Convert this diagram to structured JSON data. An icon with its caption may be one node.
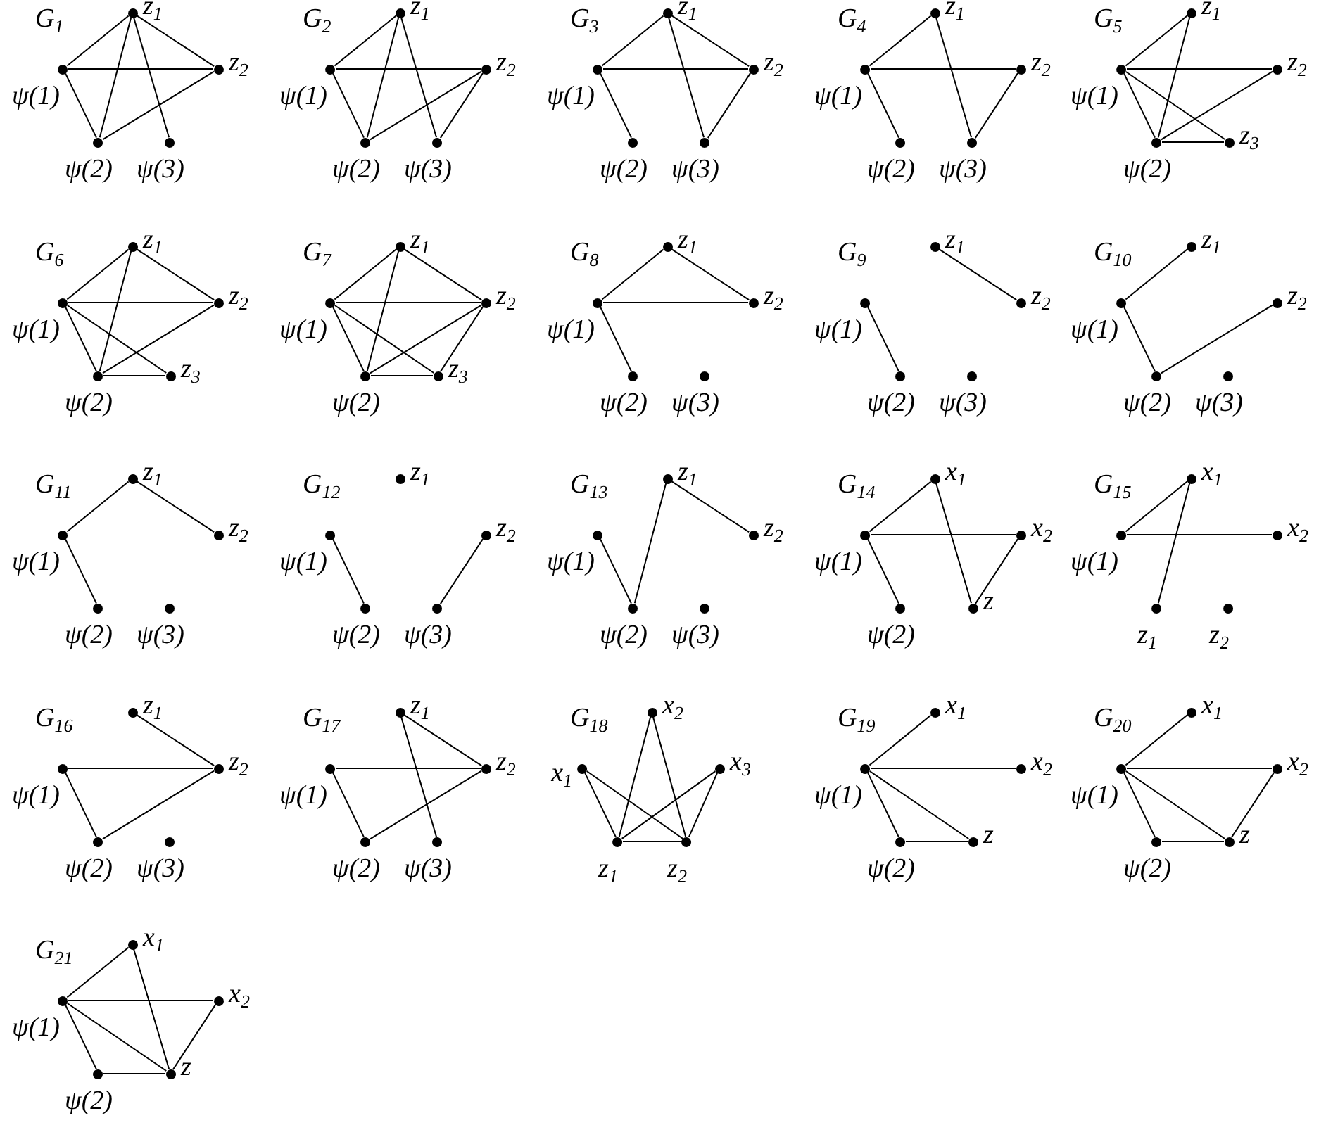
{
  "diagram": {
    "nodes": [
      {
        "text": [
          "z$_{1}$"
        ]
      },
      {
        "text": [
          "ψ(1)"
        ]
      },
      {
        "text": [
          "z$_{2}$"
        ]
      },
      {
        "text": [
          "ψ(2)"
        ]
      },
      {
        "text": [
          "ψ(3)"
        ]
      },
      {
        "text": [
          "z$_{1}$"
        ]
      },
      {
        "text": [
          "ψ(1)"
        ]
      },
      {
        "text": [
          "z$_{2}$"
        ]
      },
      {
        "text": [
          "ψ(2)"
        ]
      },
      {
        "text": [
          "ψ(3)"
        ]
      },
      {
        "text": [
          "z$_{1}$"
        ]
      },
      {
        "text": [
          "ψ(1)"
        ]
      },
      {
        "text": [
          "z$_{2}$"
        ]
      },
      {
        "text": [
          "ψ(2)"
        ]
      },
      {
        "text": [
          "ψ(3)"
        ]
      },
      {
        "text": [
          "z$_{1}$"
        ]
      },
      {
        "text": [
          "ψ(1)"
        ]
      },
      {
        "text": [
          "z$_{2}$"
        ]
      },
      {
        "text": [
          "ψ(2)"
        ]
      },
      {
        "text": [
          "ψ(3)"
        ]
      },
      {
        "text": [
          "z$_{1}$"
        ]
      },
      {
        "text": [
          "ψ(1)"
        ]
      },
      {
        "text": [
          "z$_{2}$"
        ]
      },
      {
        "text": [
          "ψ(2)"
        ]
      },
      {
        "text": [
          "z$_{3}$"
        ]
      },
      {
        "text": [
          "z$_{1}$"
        ]
      },
      {
        "text": [
          "ψ(1)"
        ]
      },
      {
        "text": [
          "z$_{2}$"
        ]
      },
      {
        "text": [
          "ψ(2)"
        ]
      },
      {
        "text": [
          "z$_{3}$"
        ]
      },
      {
        "text": [
          "z$_{1}$"
        ]
      },
      {
        "text": [
          "ψ(1)"
        ]
      },
      {
        "text": [
          "z$_{2}$"
        ]
      },
      {
        "text": [
          "ψ(2)"
        ]
      },
      {
        "text": [
          "z$_{3}$"
        ]
      },
      {
        "text": [
          "z$_{1}$"
        ]
      },
      {
        "text": [
          "ψ(1)"
        ]
      },
      {
        "text": [
          "z$_{2}$"
        ]
      },
      {
        "text": [
          "ψ(2)"
        ]
      },
      {
        "text": [
          "ψ(3)"
        ]
      },
      {
        "text": [
          "z$_{1}$"
        ]
      },
      {
        "text": [
          "ψ(1)"
        ]
      },
      {
        "text": [
          "z$_{2}$"
        ]
      },
      {
        "text": [
          "ψ(2)"
        ]
      },
      {
        "text": [
          "ψ(3)"
        ]
      },
      {
        "text": [
          "z$_{1}$"
        ]
      },
      {
        "text": [
          "ψ(1)"
        ]
      },
      {
        "text": [
          "z$_{2}$"
        ]
      },
      {
        "text": [
          "ψ(2)"
        ]
      },
      {
        "text": [
          "ψ(3)"
        ]
      },
      {
        "text": [
          "z$_{1}$"
        ]
      },
      {
        "text": [
          "ψ(1)"
        ]
      },
      {
        "text": [
          "z$_{2}$"
        ]
      },
      {
        "text": [
          "ψ(2)"
        ]
      },
      {
        "text": [
          "ψ(3)"
        ]
      },
      {
        "text": [
          "z$_{1}$"
        ]
      },
      {
        "text": [
          "ψ(1)"
        ]
      },
      {
        "text": [
          "z$_{2}$"
        ]
      },
      {
        "text": [
          "ψ(2)"
        ]
      },
      {
        "text": [
          "ψ(3)"
        ]
      },
      {
        "text": [
          "z$_{1}$"
        ]
      },
      {
        "text": [
          "ψ(1)"
        ]
      },
      {
        "text": [
          "z$_{2}$"
        ]
      },
      {
        "text": [
          "ψ(2)"
        ]
      },
      {
        "text": [
          "ψ(3)"
        ]
      },
      {
        "text": [
          "x$_{1}$"
        ]
      },
      {
        "text": [
          "ψ(1)"
        ]
      },
      {
        "text": [
          "x$_{2}$"
        ]
      },
      {
        "text": [
          "ψ(2)"
        ]
      },
      {
        "text": [
          "z"
        ]
      },
      {
        "text": [
          "x$_{1}$"
        ]
      },
      {
        "text": [
          "ψ(1)"
        ]
      },
      {
        "text": [
          "x$_{2}$"
        ]
      },
      {
        "text": [
          "z$_{1}$"
        ]
      },
      {
        "text": [
          "z$_{2}$"
        ]
      },
      {
        "text": [
          "z$_{1}$"
        ]
      },
      {
        "text": [
          "ψ(1)"
        ]
      },
      {
        "text": [
          "z$_{2}$"
        ]
      },
      {
        "text": [
          "ψ(2)"
        ]
      },
      {
        "text": [
          "ψ(3)"
        ]
      },
      {
        "text": [
          "z$_{1}$"
        ]
      },
      {
        "text": [
          "ψ(1)"
        ]
      },
      {
        "text": [
          "z$_{2}$"
        ]
      },
      {
        "text": [
          "ψ(2)"
        ]
      },
      {
        "text": [
          "ψ(3)"
        ]
      },
      {
        "text": [
          "x$_{2}$"
        ]
      },
      {
        "text": [
          "x$_{1}$"
        ]
      },
      {
        "text": [
          "x$_{3}$"
        ]
      },
      {
        "text": [
          "z$_{1}$"
        ]
      },
      {
        "text": [
          "z$_{2}$"
        ]
      },
      {
        "text": [
          "x$_{1}$"
        ]
      },
      {
        "text": [
          "ψ(1)"
        ]
      },
      {
        "text": [
          "x$_{2}$"
        ]
      },
      {
        "text": [
          "ψ(2)"
        ]
      },
      {
        "text": [
          "z"
        ]
      },
      {
        "text": [
          "x$_{1}$"
        ]
      },
      {
        "text": [
          "ψ(1)"
        ]
      },
      {
        "text": [
          "x$_{2}$"
        ]
      },
      {
        "text": [
          "ψ(2)"
        ]
      },
      {
        "text": [
          "z"
        ]
      },
      {
        "text": [
          "x$_{1}$"
        ]
      },
      {
        "text": [
          "ψ(1)"
        ]
      },
      {
        "text": [
          "x$_{2}$"
        ]
      },
      {
        "text": [
          "ψ(2)"
        ]
      },
      {
        "text": [
          "z"
        ]
      }
    ],
    "edges": [
      {
        "from": 1,
        "to": 0,
        "arrow": "none"
      },
      {
        "from": 1,
        "to": 2,
        "arrow": "none"
      },
      {
        "from": 1,
        "to": 3,
        "arrow": "none"
      },
      {
        "from": 0,
        "to": 3,
        "arrow": "none"
      },
      {
        "from": 0,
        "to": 4,
        "arrow": "none"
      },
      {
        "from": 0,
        "to": 2,
        "arrow": "none"
      },
      {
        "from": 2,
        "to": 3,
        "arrow": "none"
      },
      {
        "from": 6,
        "to": 5,
        "arrow": "none"
      },
      {
        "from": 6,
        "to": 7,
        "arrow": "none"
      },
      {
        "from": 6,
        "to": 8,
        "arrow": "none"
      },
      {
        "from": 5,
        "to": 8,
        "arrow": "none"
      },
      {
        "from": 5,
        "to": 9,
        "arrow": "none"
      },
      {
        "from": 7,
        "to": 8,
        "arrow": "none"
      },
      {
        "from": 7,
        "to": 9,
        "arrow": "none"
      },
      {
        "from": 11,
        "to": 10,
        "arrow": "none"
      },
      {
        "from": 11,
        "to": 12,
        "arrow": "none"
      },
      {
        "from": 11,
        "to": 13,
        "arrow": "none"
      },
      {
        "from": 10,
        "to": 14,
        "arrow": "none"
      },
      {
        "from": 10,
        "to": 12,
        "arrow": "none"
      },
      {
        "from": 12,
        "to": 14,
        "arrow": "none"
      },
      {
        "from": 16,
        "to": 15,
        "arrow": "none"
      },
      {
        "from": 16,
        "to": 17,
        "arrow": "none"
      },
      {
        "from": 16,
        "to": 18,
        "arrow": "none"
      },
      {
        "from": 15,
        "to": 19,
        "arrow": "none"
      },
      {
        "from": 17,
        "to": 19,
        "arrow": "none"
      },
      {
        "from": 21,
        "to": 20,
        "arrow": "none"
      },
      {
        "from": 21,
        "to": 22,
        "arrow": "none"
      },
      {
        "from": 21,
        "to": 23,
        "arrow": "none"
      },
      {
        "from": 21,
        "to": 24,
        "arrow": "none"
      },
      {
        "from": 20,
        "to": 23,
        "arrow": "none"
      },
      {
        "from": 23,
        "to": 22,
        "arrow": "none"
      },
      {
        "from": 23,
        "to": 24,
        "arrow": "none"
      },
      {
        "from": 26,
        "to": 25,
        "arrow": "none"
      },
      {
        "from": 26,
        "to": 27,
        "arrow": "none"
      },
      {
        "from": 26,
        "to": 28,
        "arrow": "none"
      },
      {
        "from": 26,
        "to": 29,
        "arrow": "none"
      },
      {
        "from": 25,
        "to": 28,
        "arrow": "none"
      },
      {
        "from": 25,
        "to": 27,
        "arrow": "none"
      },
      {
        "from": 28,
        "to": 27,
        "arrow": "none"
      },
      {
        "from": 28,
        "to": 29,
        "arrow": "none"
      },
      {
        "from": 31,
        "to": 30,
        "arrow": "none"
      },
      {
        "from": 31,
        "to": 32,
        "arrow": "none"
      },
      {
        "from": 31,
        "to": 33,
        "arrow": "none"
      },
      {
        "from": 31,
        "to": 34,
        "arrow": "none"
      },
      {
        "from": 30,
        "to": 33,
        "arrow": "none"
      },
      {
        "from": 30,
        "to": 32,
        "arrow": "none"
      },
      {
        "from": 33,
        "to": 32,
        "arrow": "none"
      },
      {
        "from": 33,
        "to": 34,
        "arrow": "none"
      },
      {
        "from": 32,
        "to": 34,
        "arrow": "none"
      },
      {
        "from": 36,
        "to": 35,
        "arrow": "none"
      },
      {
        "from": 36,
        "to": 37,
        "arrow": "none"
      },
      {
        "from": 35,
        "to": 37,
        "arrow": "none"
      },
      {
        "from": 36,
        "to": 38,
        "arrow": "none"
      },
      {
        "from": 40,
        "to": 42,
        "arrow": "none"
      },
      {
        "from": 41,
        "to": 43,
        "arrow": "none"
      },
      {
        "from": 46,
        "to": 45,
        "arrow": "none"
      },
      {
        "from": 46,
        "to": 48,
        "arrow": "none"
      },
      {
        "from": 48,
        "to": 47,
        "arrow": "none"
      },
      {
        "from": 51,
        "to": 50,
        "arrow": "none"
      },
      {
        "from": 50,
        "to": 52,
        "arrow": "none"
      },
      {
        "from": 51,
        "to": 53,
        "arrow": "none"
      },
      {
        "from": 56,
        "to": 58,
        "arrow": "none"
      },
      {
        "from": 59,
        "to": 57,
        "arrow": "none"
      },
      {
        "from": 61,
        "to": 63,
        "arrow": "none"
      },
      {
        "from": 63,
        "to": 60,
        "arrow": "none"
      },
      {
        "from": 60,
        "to": 62,
        "arrow": "none"
      },
      {
        "from": 66,
        "to": 65,
        "arrow": "none"
      },
      {
        "from": 66,
        "to": 67,
        "arrow": "none"
      },
      {
        "from": 66,
        "to": 68,
        "arrow": "none"
      },
      {
        "from": 65,
        "to": 69,
        "arrow": "none"
      },
      {
        "from": 67,
        "to": 69,
        "arrow": "none"
      },
      {
        "from": 71,
        "to": 70,
        "arrow": "none"
      },
      {
        "from": 71,
        "to": 72,
        "arrow": "none"
      },
      {
        "from": 70,
        "to": 73,
        "arrow": "none"
      },
      {
        "from": 75,
        "to": 77,
        "arrow": "none"
      },
      {
        "from": 76,
        "to": 77,
        "arrow": "none"
      },
      {
        "from": 76,
        "to": 78,
        "arrow": "none"
      },
      {
        "from": 78,
        "to": 77,
        "arrow": "none"
      },
      {
        "from": 80,
        "to": 82,
        "arrow": "none"
      },
      {
        "from": 80,
        "to": 84,
        "arrow": "none"
      },
      {
        "from": 81,
        "to": 82,
        "arrow": "none"
      },
      {
        "from": 81,
        "to": 83,
        "arrow": "none"
      },
      {
        "from": 83,
        "to": 82,
        "arrow": "none"
      },
      {
        "from": 86,
        "to": 88,
        "arrow": "none"
      },
      {
        "from": 86,
        "to": 89,
        "arrow": "none"
      },
      {
        "from": 85,
        "to": 88,
        "arrow": "none"
      },
      {
        "from": 85,
        "to": 89,
        "arrow": "none"
      },
      {
        "from": 87,
        "to": 88,
        "arrow": "none"
      },
      {
        "from": 87,
        "to": 89,
        "arrow": "none"
      },
      {
        "from": 88,
        "to": 89,
        "arrow": "none"
      },
      {
        "from": 91,
        "to": 90,
        "arrow": "none"
      },
      {
        "from": 91,
        "to": 92,
        "arrow": "none"
      },
      {
        "from": 91,
        "to": 93,
        "arrow": "none"
      },
      {
        "from": 91,
        "to": 94,
        "arrow": "none"
      },
      {
        "from": 93,
        "to": 94,
        "arrow": "none"
      },
      {
        "from": 96,
        "to": 95,
        "arrow": "none"
      },
      {
        "from": 96,
        "to": 97,
        "arrow": "none"
      },
      {
        "from": 96,
        "to": 98,
        "arrow": "none"
      },
      {
        "from": 96,
        "to": 99,
        "arrow": "none"
      },
      {
        "from": 98,
        "to": 99,
        "arrow": "none"
      },
      {
        "from": 97,
        "to": 99,
        "arrow": "none"
      },
      {
        "from": 101,
        "to": 100,
        "arrow": "none"
      },
      {
        "from": 101,
        "to": 102,
        "arrow": "none"
      },
      {
        "from": 101,
        "to": 103,
        "arrow": "none"
      },
      {
        "from": 101,
        "to": 104,
        "arrow": "none"
      },
      {
        "from": 103,
        "to": 104,
        "arrow": "none"
      },
      {
        "from": 100,
        "to": 104,
        "arrow": "none"
      },
      {
        "from": 102,
        "to": 104,
        "arrow": "none"
      }
    ],
    "labels": [
      "G$_{1}$",
      "G$_{2}$",
      "G$_{3}$",
      "G$_{4}$",
      "G$_{5}$",
      "G$_{6}$",
      "G$_{7}$",
      "G$_{8}$",
      "G$_{9}$",
      "G$_{10}$",
      "G$_{11}$",
      "G$_{12}$",
      "G$_{13}$",
      "G$_{14}$",
      "G$_{15}$",
      "G$_{16}$",
      "G$_{17}$",
      "G$_{18}$",
      "G$_{19}$",
      "G$_{20}$",
      "G$_{21}$"
    ]
  }
}
